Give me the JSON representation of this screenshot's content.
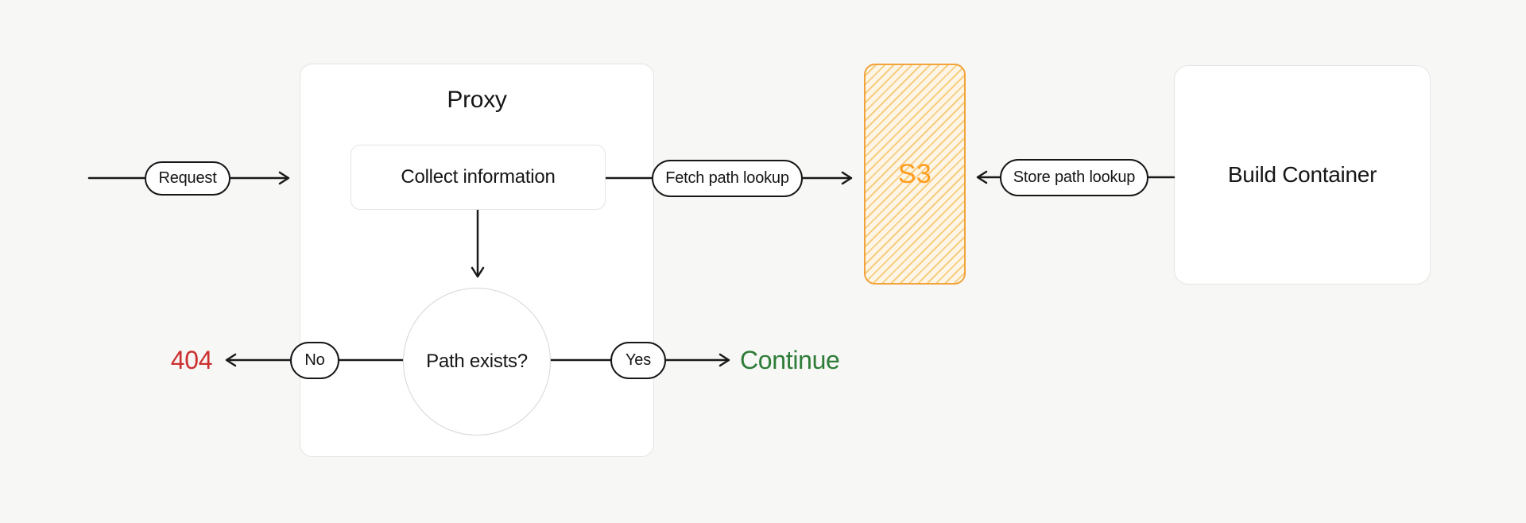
{
  "nodes": {
    "proxy": {
      "title": "Proxy",
      "collect": {
        "label": "Collect information"
      },
      "decision": {
        "label": "Path exists?"
      }
    },
    "s3": {
      "label": "S3"
    },
    "build_container": {
      "label": "Build Container"
    }
  },
  "edges": {
    "request": {
      "label": "Request"
    },
    "fetch_path_lookup": {
      "label": "Fetch path lookup"
    },
    "store_path_lookup": {
      "label": "Store path lookup"
    },
    "no": {
      "label": "No"
    },
    "yes": {
      "label": "Yes"
    }
  },
  "outcomes": {
    "not_found": {
      "label": "404",
      "color": "#cb2f2f"
    },
    "continue": {
      "label": "Continue",
      "color": "#2e7d39"
    }
  },
  "colors": {
    "background": "#f7f7f5",
    "node_border": "#e4e4e2",
    "circle_border": "#d6d6d4",
    "line": "#1a1a1a",
    "s3_border": "#f2a33c",
    "s3_fill": "#fdf5e6",
    "s3_stripe": "#f8cd81",
    "s3_text": "#ff9d1f",
    "error_red": "#cb2f2f",
    "success_green": "#2e7d39"
  }
}
